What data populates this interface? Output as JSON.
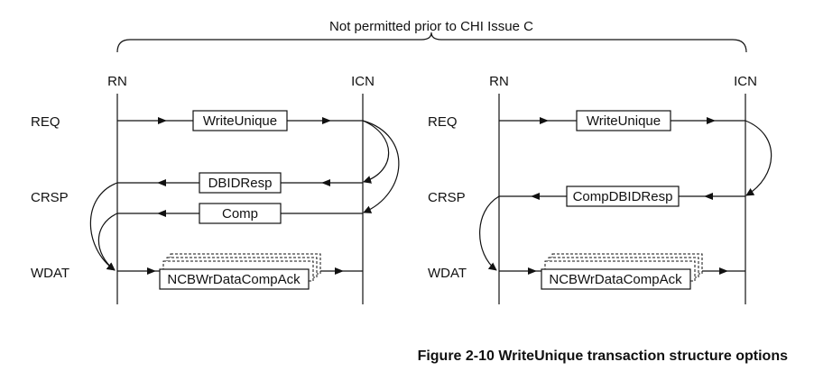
{
  "header": {
    "bracket_label": "Not permitted prior to CHI Issue C"
  },
  "left": {
    "rn": "RN",
    "icn": "ICN",
    "channels": {
      "req": "REQ",
      "crsp": "CRSP",
      "wdat": "WDAT"
    },
    "messages": {
      "write_unique": "WriteUnique",
      "dbid_resp": "DBIDResp",
      "comp": "Comp",
      "wdata": "NCBWrDataCompAck"
    }
  },
  "right": {
    "rn": "RN",
    "icn": "ICN",
    "channels": {
      "req": "REQ",
      "crsp": "CRSP",
      "wdat": "WDAT"
    },
    "messages": {
      "write_unique": "WriteUnique",
      "comp_dbid_resp": "CompDBIDResp",
      "wdata": "NCBWrDataCompAck"
    }
  },
  "caption": "Figure 2-10 WriteUnique transaction structure options"
}
